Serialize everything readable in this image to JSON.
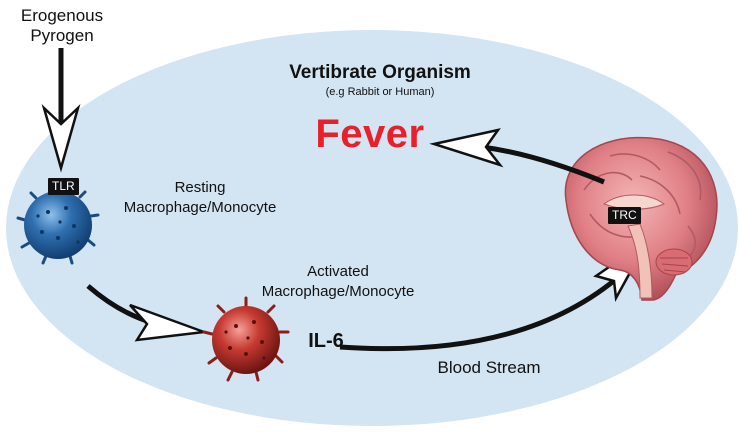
{
  "labels": {
    "pyrogen_line1": "Erogenous",
    "pyrogen_line2": "Pyrogen",
    "organism_title": "Vertibrate Organism",
    "organism_subtitle": "(e.g Rabbit or Human)",
    "fever": "Fever",
    "tlr": "TLR",
    "resting_line1": "Resting",
    "resting_line2": "Macrophage/Monocyte",
    "activated_line1": "Activated",
    "activated_line2": "Macrophage/Monocyte",
    "il6": "IL-6",
    "trc": "TRC",
    "blood_stream": "Blood Stream"
  },
  "colors": {
    "background_ellipse": "#d3e4f3",
    "fever": "#e8202a",
    "resting_cell": "#2f6fb0",
    "activated_cell": "#c73a32",
    "brain": "#e07f86",
    "arrow": "#111111"
  }
}
